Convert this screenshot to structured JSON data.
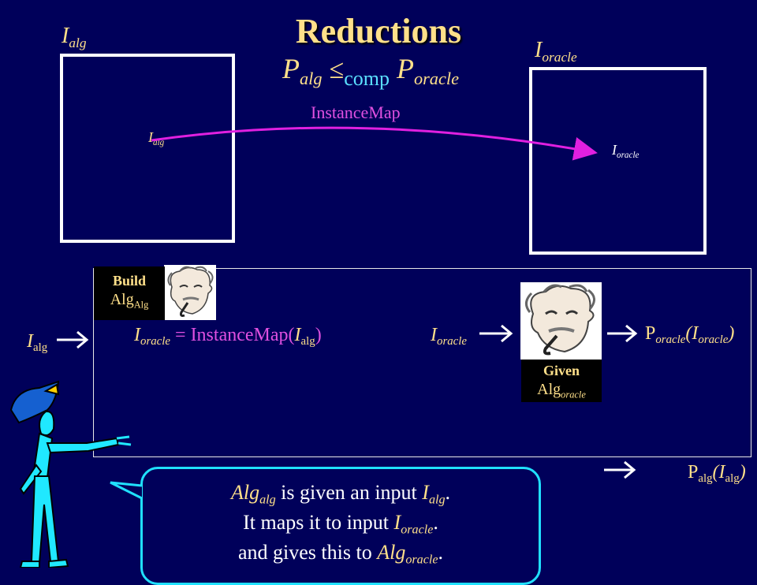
{
  "title": "Reductions",
  "equation": {
    "p_left": "P",
    "p_left_sub": "alg",
    "le": "≤",
    "comp": "comp",
    "p_right": "P",
    "p_right_sub": "oracle"
  },
  "instance_map_label": "InstanceMap",
  "top": {
    "alg_label": "I",
    "alg_sub": "alg",
    "oracle_label": "I",
    "oracle_sub": "oracle",
    "alg_inner": "I",
    "alg_inner_sub": "alg",
    "oracle_inner": "I",
    "oracle_inner_sub": "oracle"
  },
  "build_badge": {
    "line1": "Build",
    "line2": "Alg",
    "line2_sub": "Alg"
  },
  "given_badge": {
    "line1": "Given",
    "line2": "Alg",
    "line2_sub": "oracle"
  },
  "bottom": {
    "input_label": "I",
    "input_sub": "alg",
    "mapping_lhs": "I",
    "mapping_lhs_sub": "oracle",
    "mapping_eq": " = ",
    "mapping_fn": "InstanceMap(",
    "mapping_arg": "I",
    "mapping_arg_sub": "alg",
    "mapping_close": ")",
    "oracle_input": "I",
    "oracle_input_sub": "oracle",
    "oracle_output_p": "P",
    "oracle_output_sub": "oracle",
    "oracle_output_open": "(",
    "oracle_output_i": "I",
    "oracle_output_i_sub": "oracle",
    "oracle_output_close": ")",
    "alg_output_p": "P",
    "alg_output_sub": "alg",
    "alg_output_open": "(",
    "alg_output_i": "I",
    "alg_output_i_sub": "alg",
    "alg_output_close": ")"
  },
  "bubble": {
    "l1_a": "Alg",
    "l1_a_sub": "alg",
    "l1_b": " is given an input ",
    "l1_c": "I",
    "l1_c_sub": "alg",
    "l1_d": ".",
    "l2_a": "It maps it to input ",
    "l2_b": "I",
    "l2_b_sub": "oracle",
    "l2_c": ".",
    "l3_a": "and gives this to ",
    "l3_b": "Alg",
    "l3_b_sub": "oracle",
    "l3_c": "."
  },
  "colors": {
    "background": "#00005a",
    "gold": "#ffe08a",
    "pink": "#e050e0",
    "cyan": "#20e0ff"
  }
}
